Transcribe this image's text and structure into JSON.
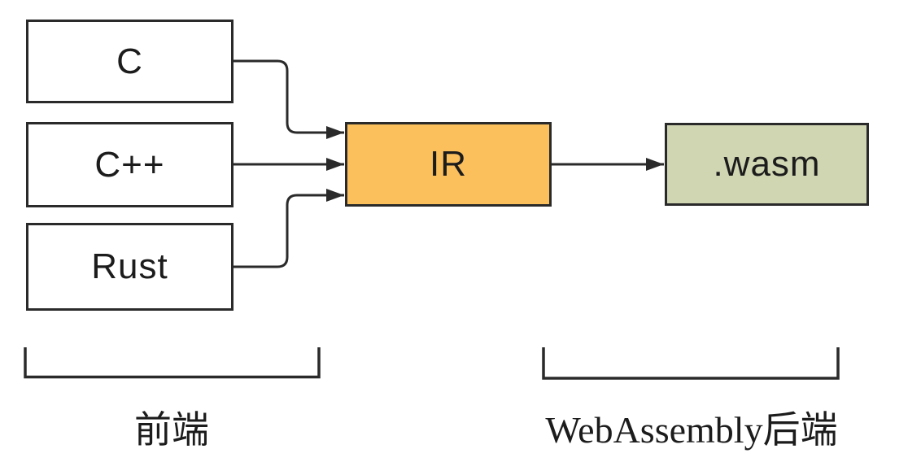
{
  "diagram": {
    "nodes": {
      "c": {
        "label": "C"
      },
      "cpp": {
        "label": "C++"
      },
      "rust": {
        "label": "Rust"
      },
      "ir": {
        "label": "IR"
      },
      "wasm": {
        "label": ".wasm"
      }
    },
    "groups": {
      "frontend": {
        "label": "前端"
      },
      "backend": {
        "label": "WebAssembly后端"
      }
    },
    "edges": [
      {
        "from": "C",
        "to": "IR"
      },
      {
        "from": "C++",
        "to": "IR"
      },
      {
        "from": "Rust",
        "to": "IR"
      },
      {
        "from": "IR",
        "to": ".wasm"
      }
    ],
    "colors": {
      "ir_fill": "#FBC05C",
      "wasm_fill": "#D0D5B2",
      "box_fill": "#FFFFFF",
      "stroke": "#2A2A2A",
      "background": "#FFFFFF"
    }
  }
}
